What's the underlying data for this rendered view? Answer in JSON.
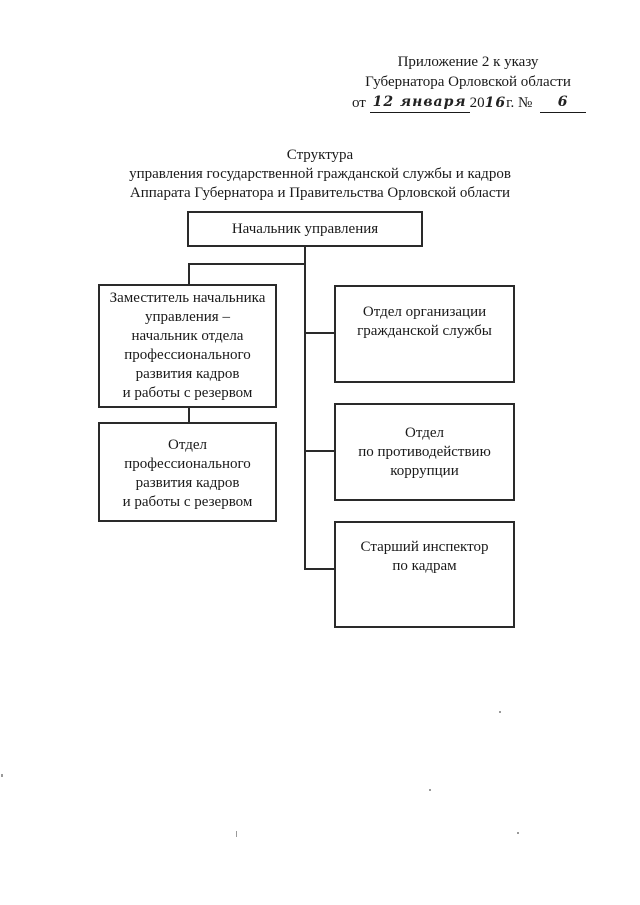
{
  "document": {
    "header": {
      "line1": "Приложение 2 к указу",
      "line2": "Губернатора Орловской области",
      "date_line": {
        "prefix": "от",
        "handwritten_date": "12 января",
        "year_printed": "20",
        "year_handwritten": "16",
        "year_suffix": "г. №",
        "number_handwritten": "6"
      }
    },
    "title": {
      "line1": "Структура",
      "line2": "управления государственной гражданской службы и кадров",
      "line3": "Аппарата Губернатора и Правительства Орловской области"
    }
  },
  "chart_data": {
    "type": "org-chart",
    "title": "Структура управления государственной гражданской службы и кадров Аппарата Губернатора и Правительства Орловской области",
    "root": {
      "id": "head",
      "label": "Начальник управления"
    },
    "nodes": [
      {
        "id": "deputy-head",
        "parent": "head",
        "column": "left",
        "label": "Заместитель начальника\nуправления –\nначальник отдела\nпрофессионального\nразвития кадров\nи работы с резервом"
      },
      {
        "id": "dept-professional-development",
        "parent": "deputy-head",
        "column": "left",
        "label": "Отдел\nпрофессионального\nразвития кадров\nи работы с резервом"
      },
      {
        "id": "dept-civil-service-organization",
        "parent": "head",
        "column": "right",
        "label": "Отдел организации\nгражданской службы"
      },
      {
        "id": "dept-anti-corruption",
        "parent": "head",
        "column": "right",
        "label": "Отдел\nпо противодействию\nкоррупции"
      },
      {
        "id": "senior-hr-inspector",
        "parent": "head",
        "column": "right",
        "label": "Старший инспектор\nпо кадрам"
      }
    ],
    "colors": {
      "box_border": "#2a2a2a",
      "text": "#1a1a1a",
      "background": "#ffffff"
    }
  }
}
